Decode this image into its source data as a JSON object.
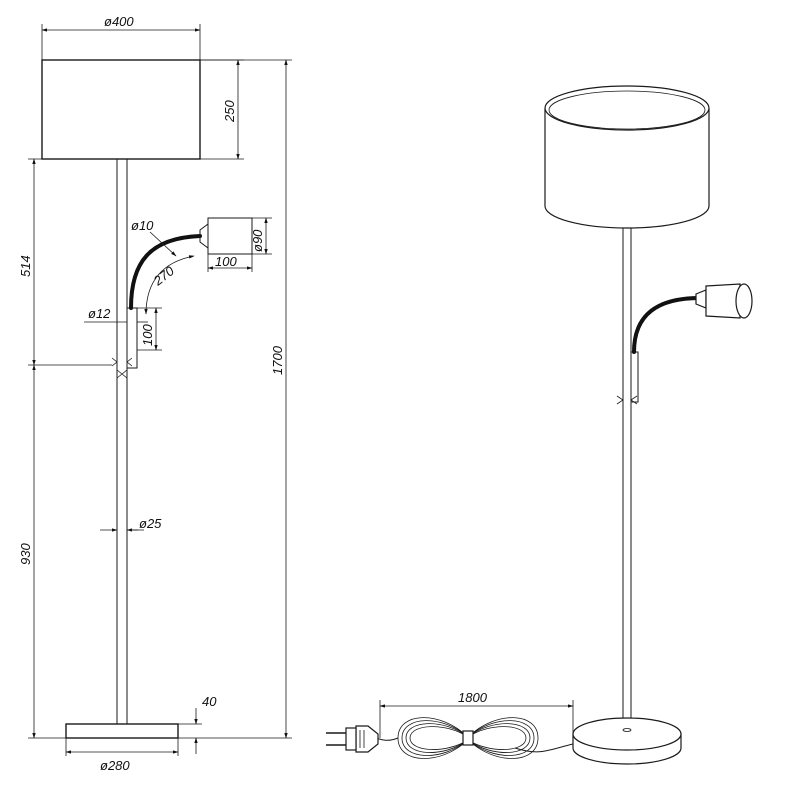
{
  "dimensions": {
    "shade_diameter": "ø400",
    "shade_height": "250",
    "total_height": "1700",
    "upper_height": "514",
    "lower_height": "930",
    "arm_diameter": "ø10",
    "arm_length": "270",
    "spot_length": "100",
    "spot_diameter": "ø90",
    "arm_base_diameter": "ø12",
    "arm_base_height": "100",
    "pole_diameter": "ø25",
    "base_height": "40",
    "base_diameter": "ø280",
    "cable_length": "1800"
  }
}
